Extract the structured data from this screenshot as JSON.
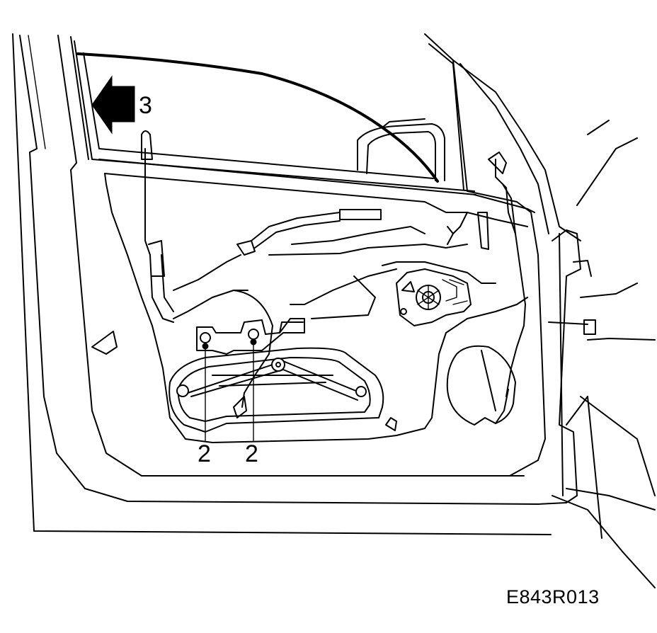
{
  "callouts": {
    "arrow_label": "3",
    "nut_left_label": "2",
    "nut_right_label": "2"
  },
  "figure_code": "E843R013"
}
